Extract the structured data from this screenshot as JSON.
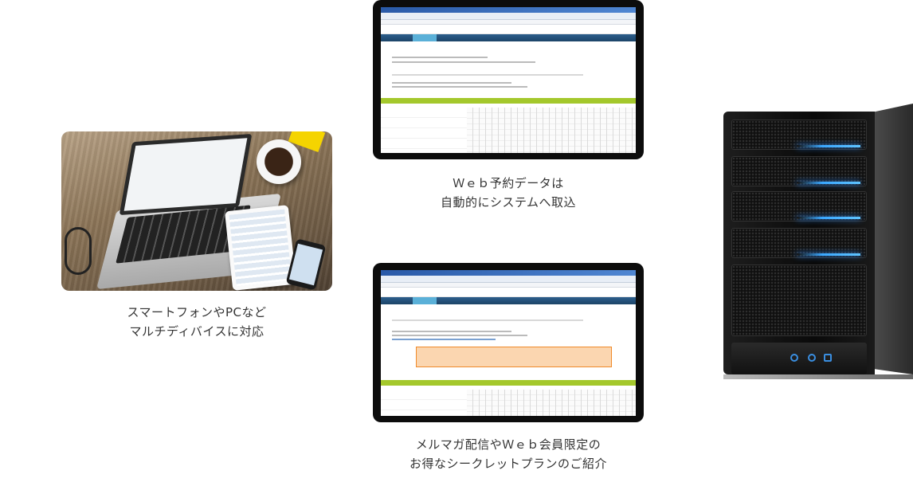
{
  "laptop": {
    "caption_line1": "スマートフォンやPCなど",
    "caption_line2": "マルチディバイスに対応"
  },
  "monitor_top": {
    "caption_line1": "Ｗｅｂ予約データは",
    "caption_line2": "自動的にシステムへ取込"
  },
  "monitor_bottom": {
    "caption_line1": "メルマガ配信やＷｅｂ会員限定の",
    "caption_line2": "お得なシークレットプランのご紹介"
  },
  "colors": {
    "calendar_header": "#a4c82c",
    "site_nav": "#2c5e8c",
    "server_led": "#3aa7ff",
    "alert_fill": "#fbd6b0"
  }
}
